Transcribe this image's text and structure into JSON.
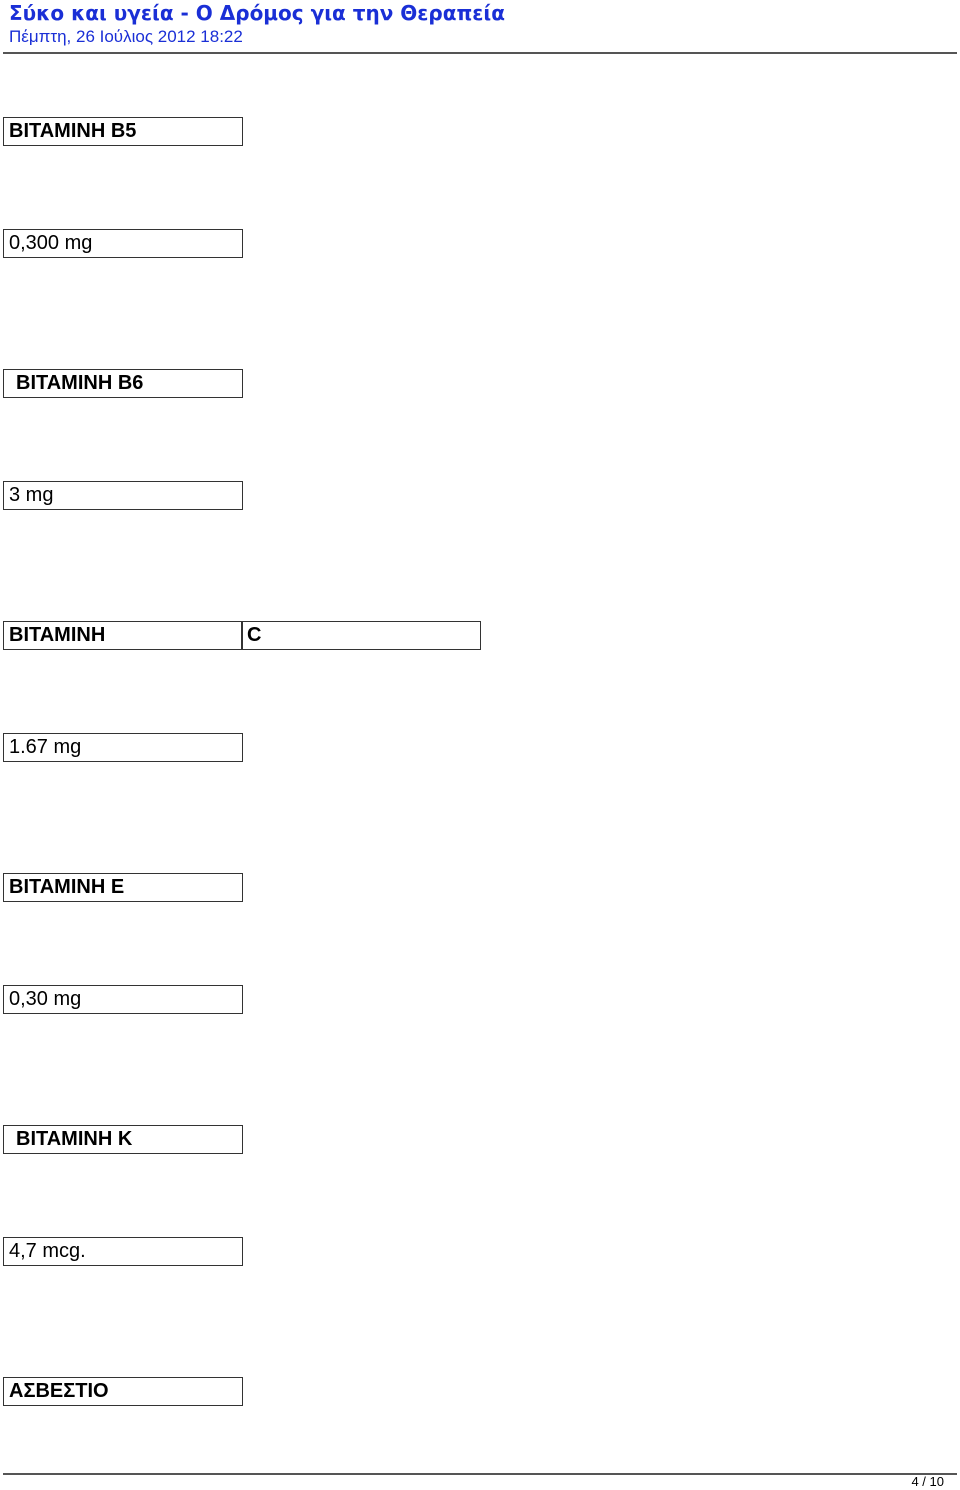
{
  "header": {
    "site_title": "Σύκο και υγεία - Ο Δρόμος για την Θεραπεία",
    "date": "Πέμπτη, 26 Ιούλιος 2012 18:22"
  },
  "entries": [
    {
      "label": "ΒΙΤΑΜΙΝΗ Β5",
      "value": "0,300 mg"
    },
    {
      "label": "ΒΙΤΑΜΙΝΗ Β6",
      "value": "3 mg"
    },
    {
      "label": "ΒΙΤΑΜΙΝΗ",
      "label_extra": "C",
      "value": "1.67 mg"
    },
    {
      "label": "ΒΙΤΑΜΙΝΗ Ε",
      "value": "0,30 mg"
    },
    {
      "label": "ΒΙΤΑΜΙΝΗ Κ",
      "value": "4,7 mcg."
    },
    {
      "label": "ΑΣΒΕΣΤΙΟ"
    }
  ],
  "footer": {
    "page_number": "4 / 10"
  }
}
